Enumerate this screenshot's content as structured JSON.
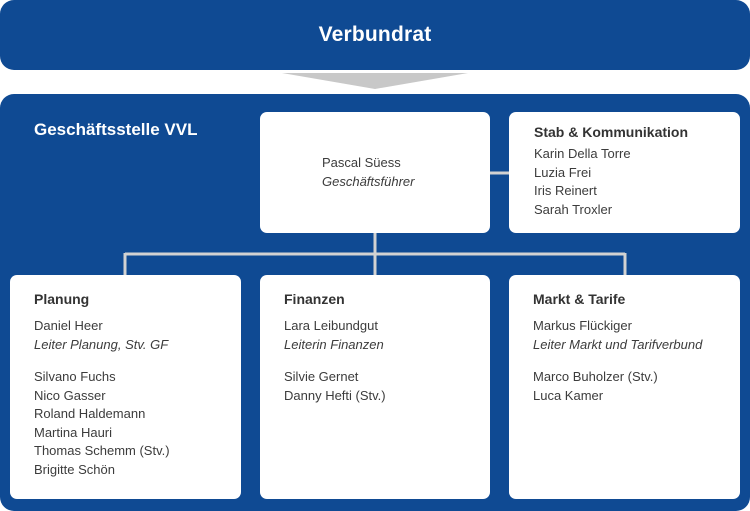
{
  "top": {
    "title": "Verbundrat"
  },
  "office": {
    "title": "Geschäftsstelle VVL"
  },
  "director": {
    "name": "Pascal Süess",
    "role": "Geschäftsführer"
  },
  "staff": {
    "title": "Stab & Kommunikation",
    "members": [
      "Karin Della Torre",
      "Luzia Frei",
      "Iris Reinert",
      "Sarah Troxler"
    ]
  },
  "departments": [
    {
      "title": "Planung",
      "head_name": "Daniel Heer",
      "head_role": "Leiter Planung, Stv. GF",
      "members": [
        "Silvano Fuchs",
        "Nico Gasser",
        "Roland Haldemann",
        "Martina Hauri",
        "Thomas Schemm (Stv.)",
        "Brigitte Schön"
      ]
    },
    {
      "title": "Finanzen",
      "head_name": "Lara Leibundgut",
      "head_role": "Leiterin Finanzen",
      "members": [
        "Silvie Gernet",
        "Danny Hefti (Stv.)"
      ]
    },
    {
      "title": "Markt & Tarife",
      "head_name": "Markus Flückiger",
      "head_role": "Leiter Markt und Tarifverbund",
      "members": [
        "Marco Buholzer (Stv.)",
        "Luca Kamer"
      ]
    }
  ],
  "colors": {
    "brand_blue": "#0f4a93",
    "connector_grey": "#d2d2d2",
    "arrow_grey": "#c8c8c8"
  }
}
